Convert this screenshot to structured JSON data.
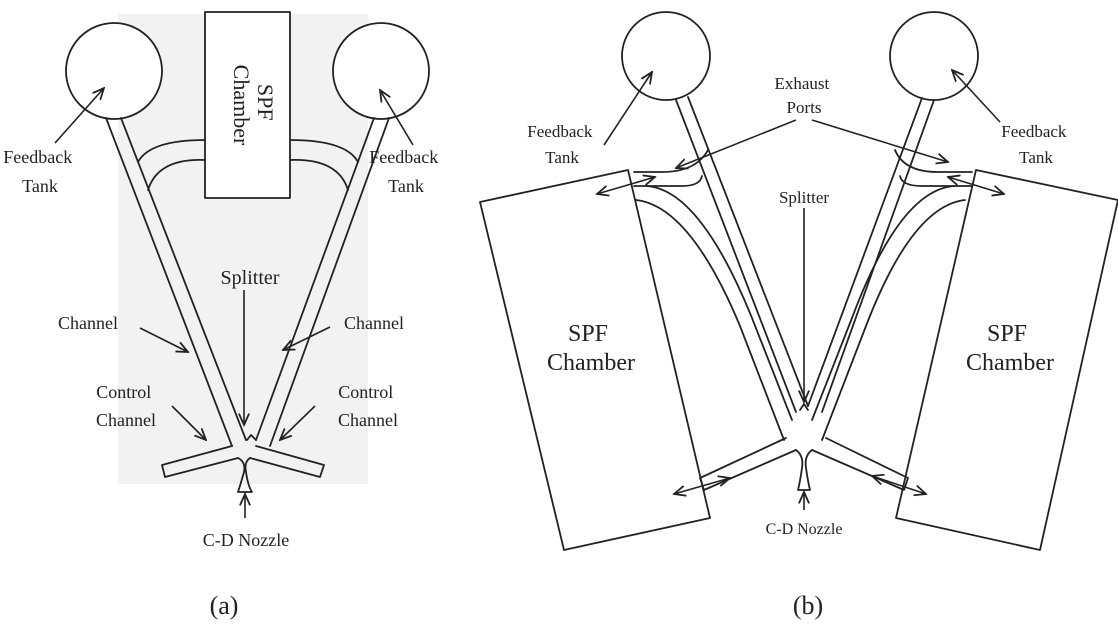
{
  "panel_a": {
    "caption": "(a)",
    "feedback_tank_left": [
      "Feedback",
      "Tank"
    ],
    "feedback_tank_right": [
      "Feedback",
      "Tank"
    ],
    "spf_chamber": [
      "SPF",
      "Chamber"
    ],
    "splitter": "Splitter",
    "channel_left": "Channel",
    "channel_right": "Channel",
    "control_channel_left": [
      "Control",
      "Channel"
    ],
    "control_channel_right": [
      "Control",
      "Channel"
    ],
    "nozzle": "C-D Nozzle"
  },
  "panel_b": {
    "caption": "(b)",
    "feedback_tank_left": [
      "Feedback",
      "Tank"
    ],
    "feedback_tank_right": [
      "Feedback",
      "Tank"
    ],
    "exhaust_ports": [
      "Exhaust",
      "Ports"
    ],
    "splitter": "Splitter",
    "spf_chamber_left": [
      "SPF",
      "Chamber"
    ],
    "spf_chamber_right": [
      "SPF",
      "Chamber"
    ],
    "nozzle": "C-D Nozzle"
  }
}
